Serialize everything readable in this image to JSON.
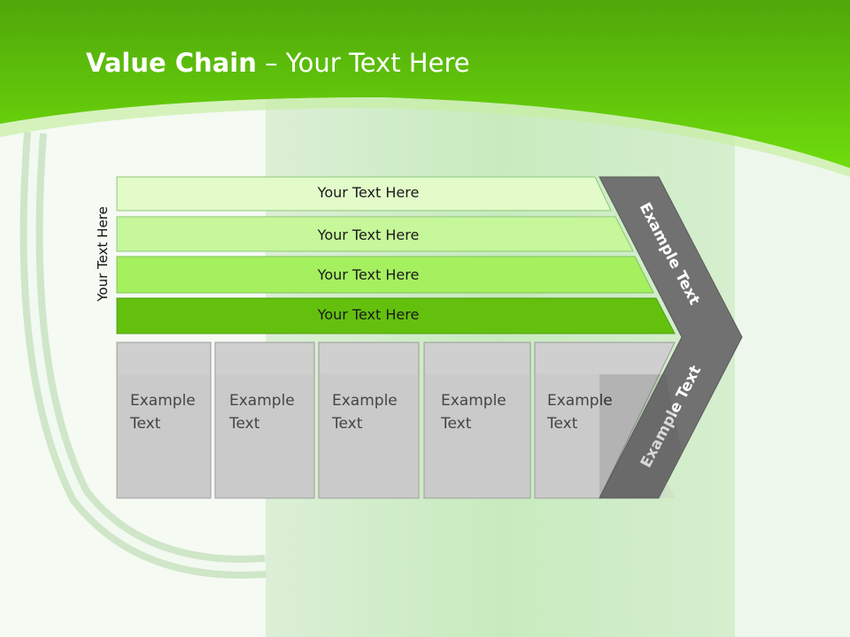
{
  "title": {
    "bold": "Value Chain",
    "rest": " – Your Text Here"
  },
  "vertical_label": "Your Text Here",
  "bands": [
    {
      "label": "Your Text Here",
      "color": "#e2fbc9"
    },
    {
      "label": "Your Text Here",
      "color": "#c6f79a"
    },
    {
      "label": "Your Text Here",
      "color": "#a5f05f"
    },
    {
      "label": "Your Text Here",
      "color": "#63c10e"
    }
  ],
  "boxes": [
    {
      "label": "Example\nText"
    },
    {
      "label": "Example\nText"
    },
    {
      "label": "Example\nText"
    },
    {
      "label": "Example\nText"
    },
    {
      "label": "Example\nText"
    }
  ],
  "chevron": {
    "upper_text": "Example Text",
    "lower_text": "Example Text",
    "color": "#717171"
  },
  "colors": {
    "header_green": "#5cc90a",
    "box_gray": "#cfcfcf",
    "text_dark": "#1a1a1a"
  }
}
